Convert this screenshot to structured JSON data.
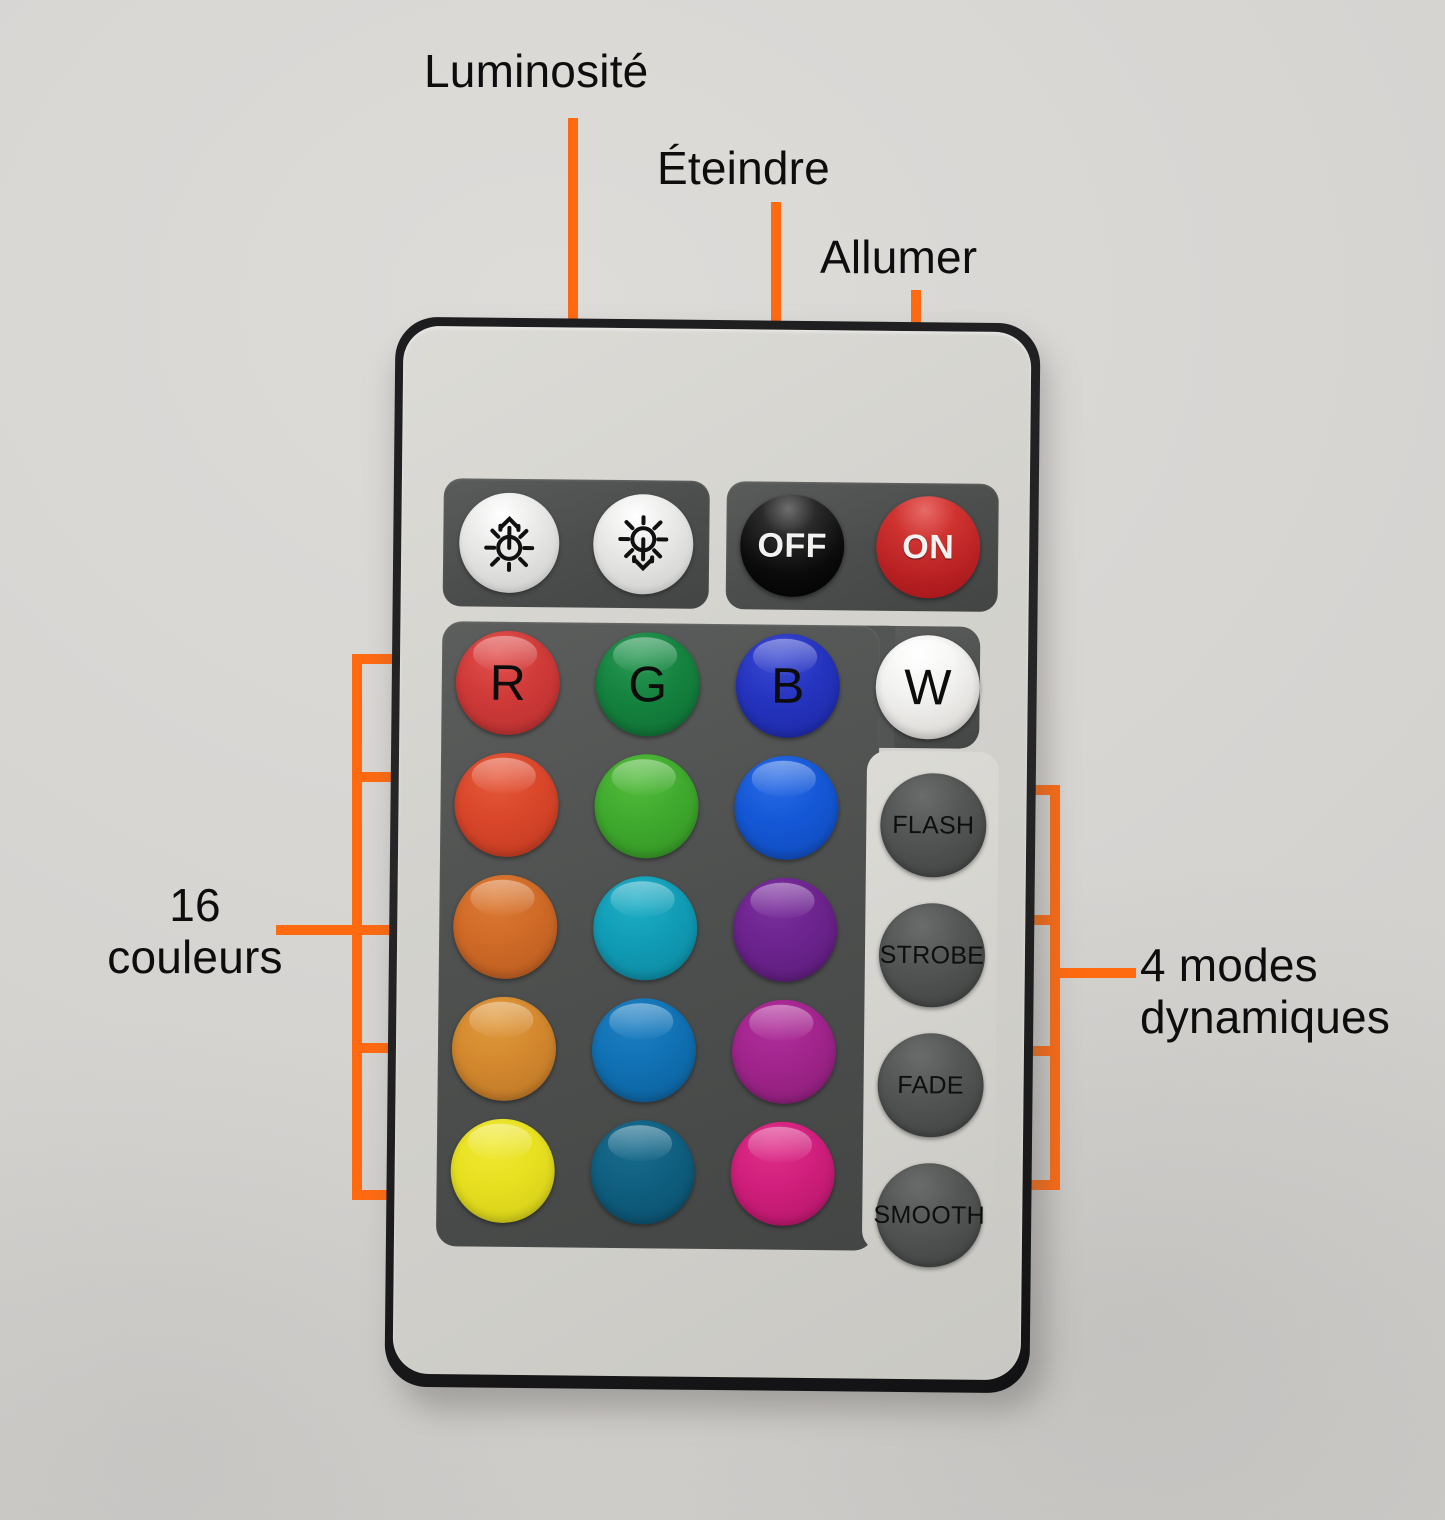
{
  "annotations": {
    "brightness": "Luminosité",
    "power_off": "Éteindre",
    "power_on": "Allumer",
    "colors": "16\ncouleurs",
    "modes": "4 modes\ndynamiques",
    "accent_color": "#ff6a11",
    "text_color": "#0d0d0d"
  },
  "remote": {
    "body_color": "#1d1d1f",
    "face_color": "#d5d4cf",
    "panel_color": "#4e504f",
    "top_row": {
      "brightness_up": {
        "label": "",
        "icon": "sun-up-icon",
        "face": "#ececeb"
      },
      "brightness_down": {
        "label": "",
        "icon": "sun-down-icon",
        "face": "#ececeb"
      },
      "off": {
        "label": "OFF",
        "color": "#0b0b0b",
        "text_color": "#f2f2f0"
      },
      "on": {
        "label": "ON",
        "color": "#b61f22",
        "text_color": "#f2f2f0"
      }
    },
    "color_rows": [
      [
        {
          "label": "R",
          "color": "#cf3a38",
          "letter_color": "#0c0c0c"
        },
        {
          "label": "G",
          "color": "#15833f",
          "letter_color": "#0c0c0c"
        },
        {
          "label": "B",
          "color": "#2534bf",
          "letter_color": "#0c0c0c"
        },
        {
          "label": "W",
          "color": "#f2f2f0",
          "letter_color": "#0c0c0c"
        }
      ],
      [
        {
          "label": "",
          "color": "#d9462a",
          "letter_color": ""
        },
        {
          "label": "",
          "color": "#3faa2e",
          "letter_color": ""
        },
        {
          "label": "",
          "color": "#1457d6",
          "letter_color": ""
        }
      ],
      [
        {
          "label": "",
          "color": "#cf6a27",
          "letter_color": ""
        },
        {
          "label": "",
          "color": "#119cb6",
          "letter_color": ""
        },
        {
          "label": "",
          "color": "#6c238e",
          "letter_color": ""
        }
      ],
      [
        {
          "label": "",
          "color": "#d3882e",
          "letter_color": ""
        },
        {
          "label": "",
          "color": "#1071b4",
          "letter_color": ""
        },
        {
          "label": "",
          "color": "#a1248c",
          "letter_color": ""
        }
      ],
      [
        {
          "label": "",
          "color": "#e7e020",
          "letter_color": ""
        },
        {
          "label": "",
          "color": "#0f5f80",
          "letter_color": ""
        },
        {
          "label": "",
          "color": "#cf1e7b",
          "letter_color": ""
        }
      ]
    ],
    "modes": [
      {
        "label": "FLASH"
      },
      {
        "label": "STROBE"
      },
      {
        "label": "FADE"
      },
      {
        "label": "SMOOTH"
      }
    ]
  }
}
